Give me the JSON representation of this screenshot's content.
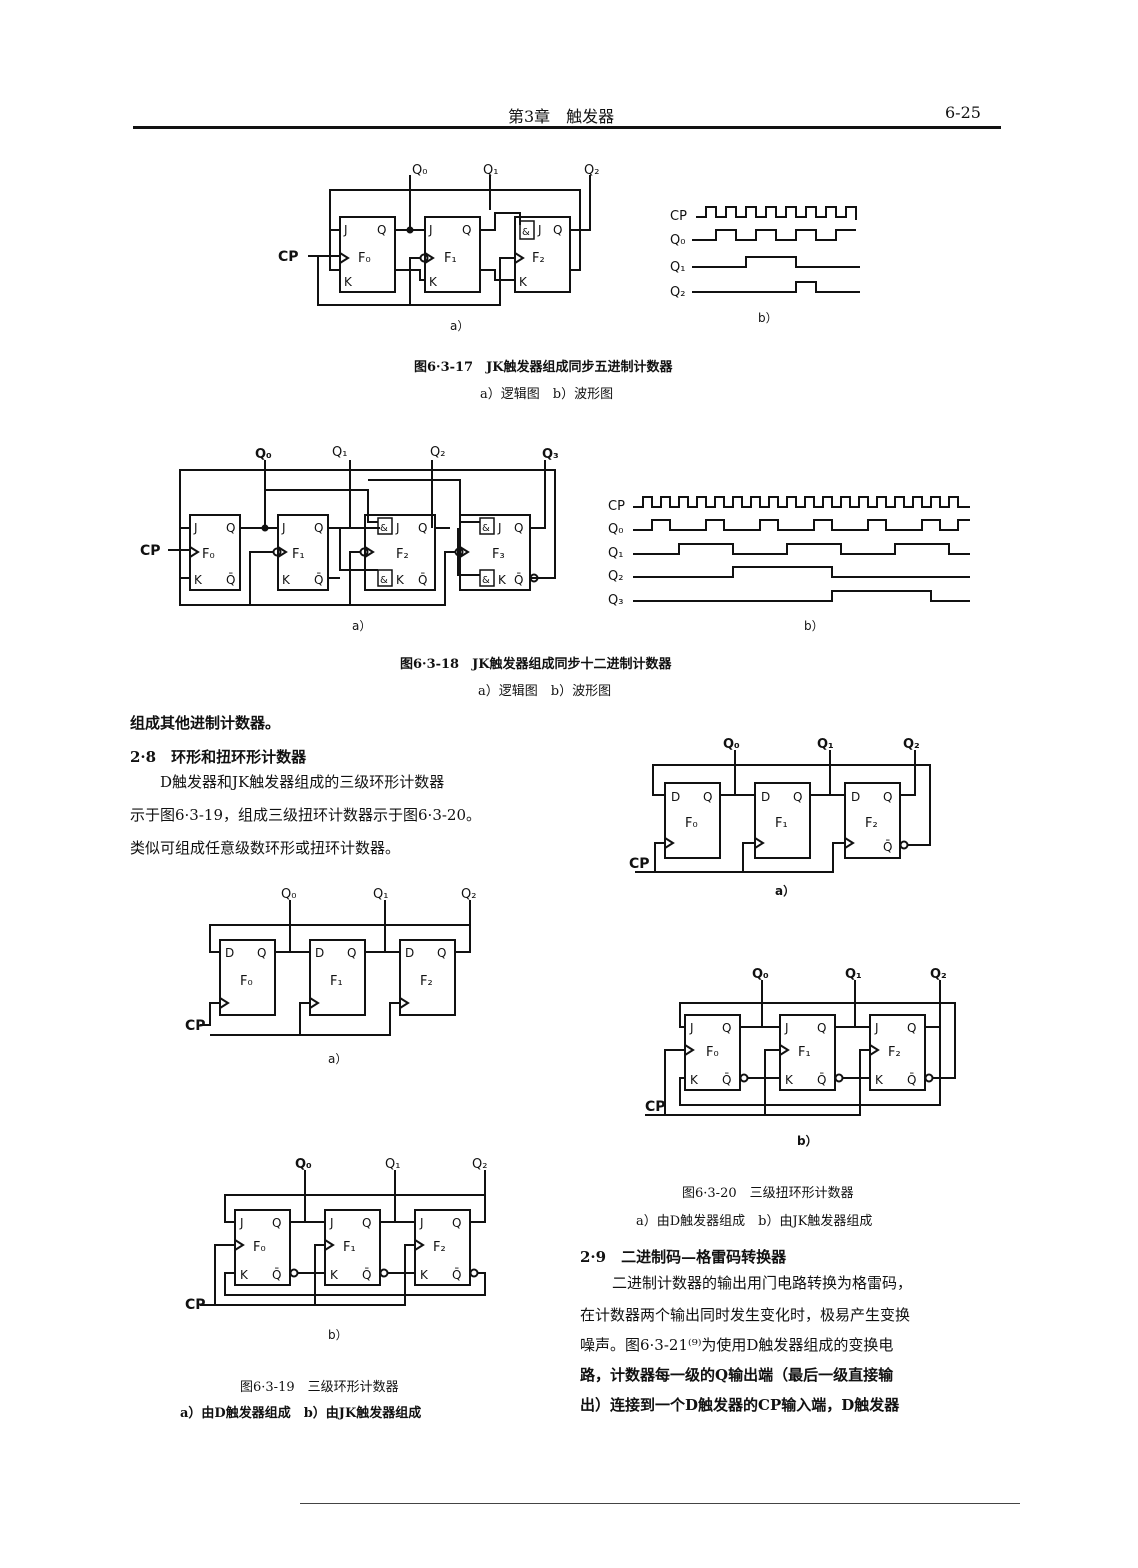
{
  "header": {
    "chapter": "第3章　触发器",
    "page_number": "6-25"
  },
  "fig17": {
    "labels": {
      "q0": "Q₀",
      "q1": "Q₁",
      "q2": "Q₂",
      "cp": "CP",
      "f0": "F₀",
      "f1": "F₁",
      "f2": "F₂",
      "a": "a）",
      "b": "b）"
    },
    "caption": "图6·3-17　JK触发器组成同步五进制计数器",
    "subcaption": "a）逻辑图　b）波形图"
  },
  "fig18": {
    "labels": {
      "q0": "Q₀",
      "q1": "Q₁",
      "q2": "Q₂",
      "q3": "Q₃",
      "cp": "CP",
      "f0": "F₀",
      "f1": "F₁",
      "f2": "F₂",
      "f3": "F₃",
      "a": "a）",
      "b": "b）"
    },
    "caption": "图6·3-18　JK触发器组成同步十二进制计数器",
    "subcaption": "a）逻辑图　b）波形图"
  },
  "text": {
    "line0": "组成其他进制计数器。",
    "sec28": "2·8　环形和扭环形计数器",
    "p1": "D触发器和JK触发器组成的三级环形计数器",
    "p2": "示于图6·3-19，组成三级扭环计数器示于图6·3-20。",
    "p3": "类似可组成任意级数环形或扭环计数器。"
  },
  "fig19": {
    "labels": {
      "q0": "Q₀",
      "q1": "Q₁",
      "q2": "Q₂",
      "cp": "CP",
      "f0": "F₀",
      "f1": "F₁",
      "f2": "F₂",
      "a": "a）",
      "b": "b）"
    },
    "caption": "图6·3-19　三级环形计数器",
    "subcaption": "a）由D触发器组成　b）由JK触发器组成"
  },
  "fig20": {
    "labels": {
      "q0": "Q₀",
      "q1": "Q₁",
      "q2": "Q₂",
      "cp": "CP",
      "f0": "F₀",
      "f1": "F₁",
      "f2": "F₂",
      "a": "a）",
      "b": "b）"
    },
    "caption": "图6·3-20　三级扭环形计数器",
    "subcaption": "a）由D触发器组成　b）由JK触发器组成"
  },
  "sec29": {
    "title": "2·9　二进制码—格雷码转换器",
    "l1": "二进制计数器的输出用门电路转换为格雷码，",
    "l2": "在计数器两个输出同时发生变化时，极易产生变换",
    "l3": "噪声。图6·3-21⁽⁹⁾为使用D触发器组成的变换电",
    "l4": "路，计数器每一级的Q输出端（最后一级直接输",
    "l5": "出）连接到一个D触发器的CP输入端，D触发器"
  }
}
